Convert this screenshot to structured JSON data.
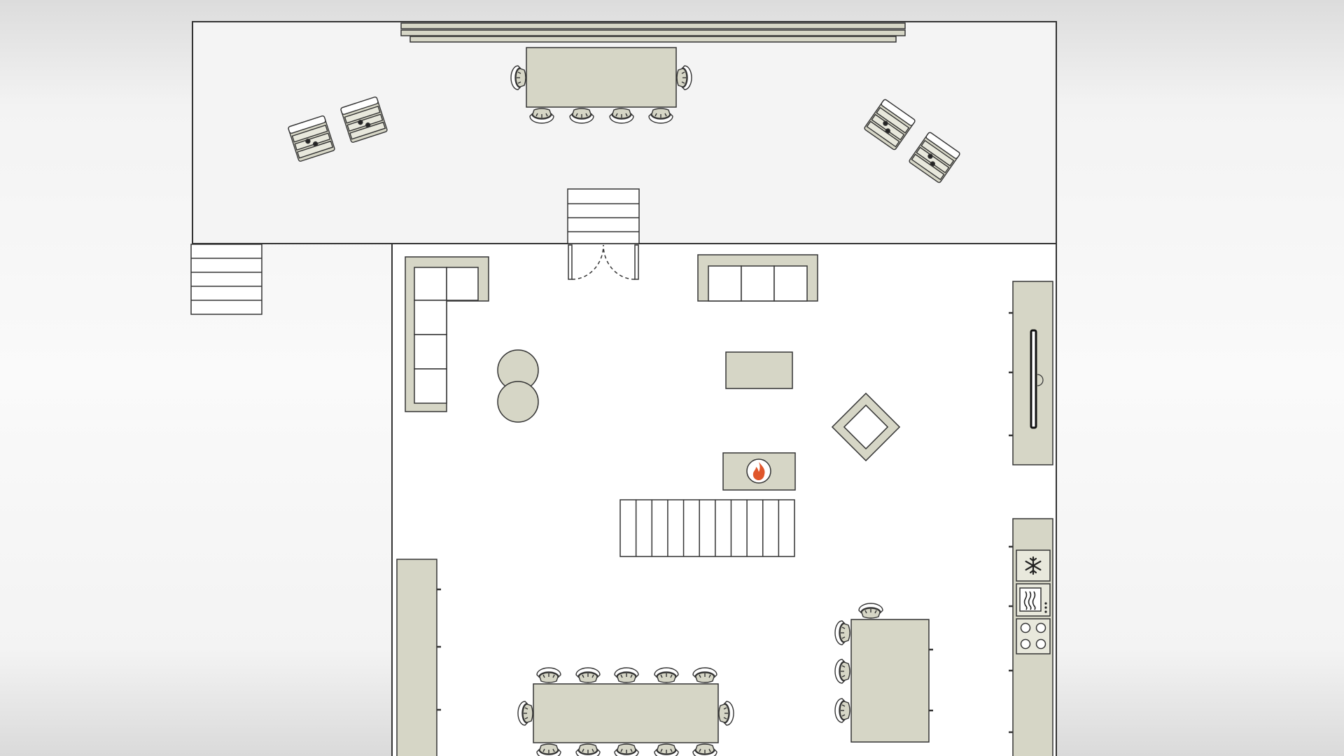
{
  "colors": {
    "background": "#f7f7f7",
    "terrace_floor": "#f4f4f4",
    "interior_floor": "#ffffff",
    "furniture_fill": "#d6d6c6",
    "line": "#333333",
    "flame": "#e0562b"
  },
  "plan": {
    "rooms": [
      "terrace",
      "living-room"
    ],
    "furniture": [
      "pergola-beam",
      "terrace-dining-table",
      "sun-lounger",
      "terrace-steps",
      "french-doors",
      "corner-sofa",
      "three-seat-sofa",
      "round-pouf",
      "coffee-table",
      "armchair",
      "fireplace",
      "staircase",
      "wall-cabinet",
      "tv-unit",
      "kitchen-counter",
      "fridge-appliance",
      "oven-appliance",
      "cooktop-appliance",
      "kitchen-island",
      "dining-table"
    ]
  }
}
